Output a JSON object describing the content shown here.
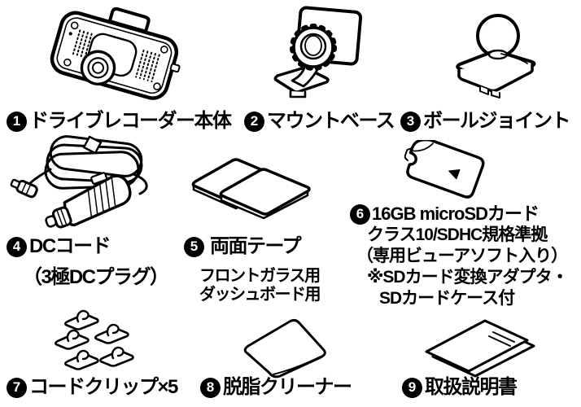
{
  "page": {
    "background": "#ffffff",
    "text_color": "#000000",
    "badge_background": "#000000",
    "badge_text_color": "#ffffff",
    "line_art_color": "#000000"
  },
  "items": [
    {
      "number": "1",
      "label": "ドライブレコーダー本体",
      "illustration": "drive-recorder-line-art"
    },
    {
      "number": "2",
      "label": "マウントベース",
      "illustration": "mount-base-line-art"
    },
    {
      "number": "3",
      "label": "ボールジョイント",
      "illustration": "ball-joint-line-art"
    },
    {
      "number": "4",
      "label": "DCコード",
      "sublabel": "（3極DCプラグ）",
      "illustration": "dc-cord-line-art"
    },
    {
      "number": "5",
      "label": "両面テープ",
      "sublabels": [
        "フロントガラス用",
        "ダッシュボード用"
      ],
      "illustration": "double-sided-tape-line-art"
    },
    {
      "number": "6",
      "label": "16GB microSDカード",
      "lines": [
        "クラス10/SDHC規格準拠",
        "（専用ビューアソフト入り）",
        "※SDカード変換アダプタ・",
        "SDカードケース付"
      ],
      "illustration": "micro-sd-card-line-art"
    },
    {
      "number": "7",
      "label": "コードクリップ×5",
      "illustration": "cord-clips-line-art"
    },
    {
      "number": "8",
      "label": "脱脂クリーナー",
      "illustration": "degreasing-cleaner-line-art"
    },
    {
      "number": "9",
      "label": "取扱説明書",
      "illustration": "instruction-manual-line-art"
    }
  ]
}
